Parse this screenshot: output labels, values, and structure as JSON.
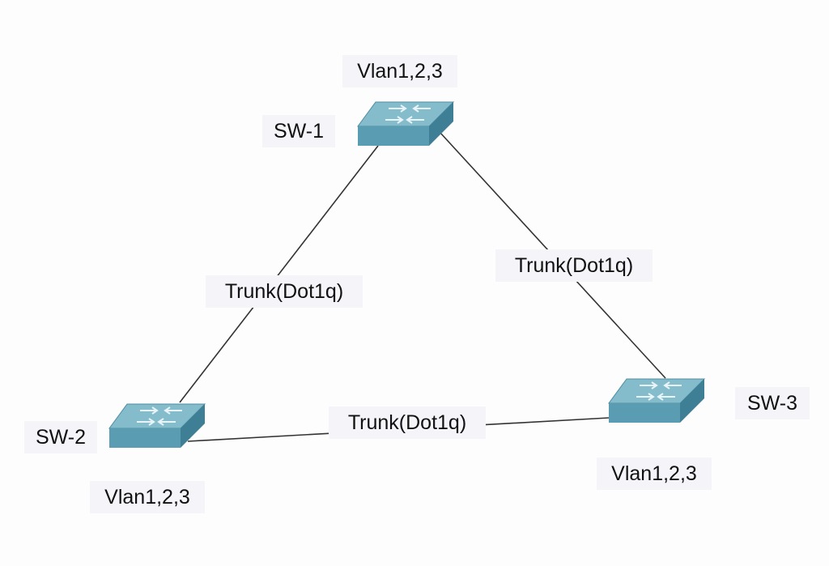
{
  "colors": {
    "background": "#fdfdfe",
    "label_background": "#f4f4f9",
    "link": "#333333",
    "switch_top": "#7fb8c8",
    "switch_front": "#5a9db3",
    "switch_side": "#3f7f95"
  },
  "switches": [
    {
      "name": "SW-1",
      "vlans": "Vlan1,2,3",
      "icon": "switch-icon"
    },
    {
      "name": "SW-2",
      "vlans": "Vlan1,2,3",
      "icon": "switch-icon"
    },
    {
      "name": "SW-3",
      "vlans": "Vlan1,2,3",
      "icon": "switch-icon"
    }
  ],
  "links": [
    {
      "from": "SW-1",
      "to": "SW-2",
      "label": "Trunk(Dot1q)"
    },
    {
      "from": "SW-1",
      "to": "SW-3",
      "label": "Trunk(Dot1q)"
    },
    {
      "from": "SW-2",
      "to": "SW-3",
      "label": "Trunk(Dot1q)"
    }
  ]
}
